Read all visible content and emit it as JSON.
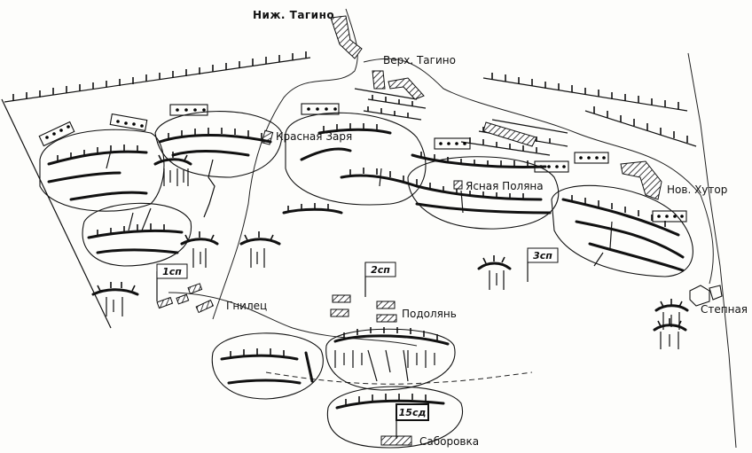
{
  "places": {
    "nizh_tagino": "Ниж. Тагино",
    "verkh_tagino": "Верх. Тагино",
    "krasnaya_zarya": "Красная Заря",
    "yasnaya_polyana": "Ясная Поляна",
    "nov_khutor": "Нов. Хутор",
    "gnilets": "Гнилец",
    "podolyan": "Подолянь",
    "stepnaya": "Степная",
    "saborovka": "Саборовка"
  },
  "units": {
    "sp1": "1сп",
    "sp2": "2сп",
    "sp3": "3сп",
    "sd15": "15сд"
  },
  "colors": {
    "ink": "#111111",
    "paper": "#fdfdfb"
  }
}
